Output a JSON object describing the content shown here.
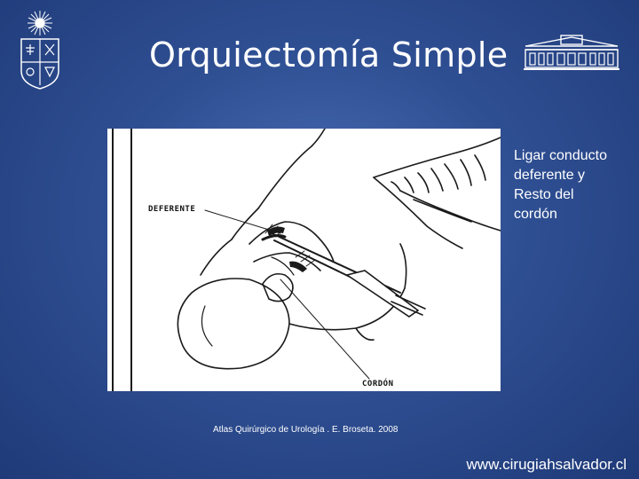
{
  "slide": {
    "title": "Orquiectomía Simple",
    "side_note_lines": [
      "Ligar conducto",
      "deferente y",
      "Resto del",
      "cordón"
    ],
    "figure_labels": {
      "deferente": "DEFERENTE",
      "cordon": "CORDÓN"
    },
    "credit": "Atlas Quirúrgico de Urología . E. Broseta. 2008",
    "url": "www.cirugiahsalvador.cl"
  },
  "colors": {
    "background_center": "#4a6db3",
    "background_edge": "#1f3a78",
    "text": "#ffffff"
  },
  "icons": {
    "left_logo": "university-crest-icon",
    "right_logo": "hospital-building-icon"
  }
}
